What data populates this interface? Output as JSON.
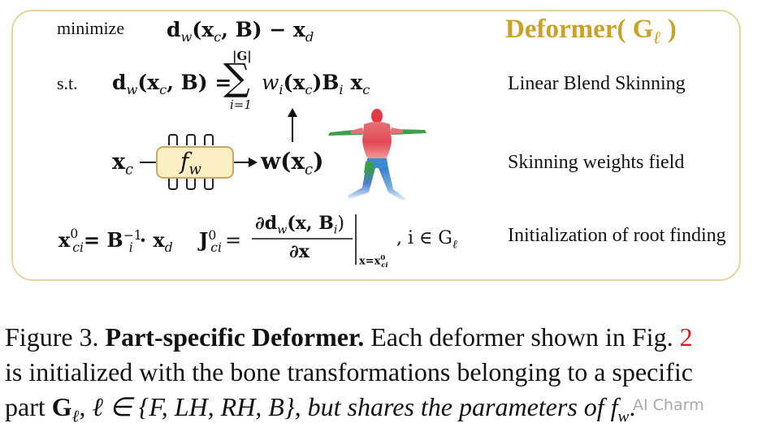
{
  "figure": {
    "title": "Deformer( G",
    "title_sub": "ℓ",
    "title_close": " )",
    "row_minimize": {
      "keyword": "minimize",
      "expr_d": "d",
      "expr_sub_w": "w",
      "expr_args": "(x",
      "expr_c": "c",
      "expr_rest": ", B) − x",
      "expr_d_sub": "d"
    },
    "row_st": {
      "keyword": "s.t.",
      "lhs_d": "d",
      "lhs_sub": "w",
      "lhs_args": "(x",
      "lhs_c": "c",
      "lhs_rest": ", B) =",
      "sum_top": "|G|",
      "sum_sym": "∑",
      "sum_bottom": "i=1",
      "rhs_w": "w",
      "rhs_wsub": "i",
      "rhs_x": "(x",
      "rhs_c": "c",
      "rhs_B": ")B",
      "rhs_Bsub": "i",
      "rhs_xc": " x",
      "rhs_xcsub": "c",
      "label": "Linear Blend Skinning"
    },
    "row_network": {
      "input": "x",
      "input_sub": "c",
      "net": "f",
      "net_sub": "w",
      "output": "w(x",
      "output_sub": "c",
      "output_close": ")",
      "label": "Skinning weights field"
    },
    "row_init": {
      "x0": "x",
      "x0_sup": "0",
      "x0_sub": "ci",
      "x0_eq": "= B",
      "x0_Bsup": "−1",
      "x0_Bsub": "i",
      "x0_rest": "· x",
      "x0_rest_sub": "d",
      "J": "J",
      "J_sup": "0",
      "J_sub": "ci",
      "J_eq": "=",
      "numerator": "∂d",
      "num_sub": "w",
      "num_rest": "(x, B",
      "num_Bsub": "i",
      "num_close": ")",
      "denominator": "∂x",
      "eval_at": "x=x",
      "eval_sup": "0",
      "eval_sub": "ci",
      "cond": ", i ∈ G",
      "cond_sub": "ℓ",
      "label": "Initialization of root finding"
    }
  },
  "caption": {
    "prefix": "Figure 3. ",
    "bold": "Part-specific Deformer.",
    "line1_rest": " Each deformer shown in Fig. ",
    "ref": "2",
    "line2": "is initialized with the bone transformations belonging to a specific",
    "line3_a": "part ",
    "line3_G": "G",
    "line3_Gsub": "ℓ",
    "line3_b": ", ℓ ∈ {F, LH, RH, B}, but shares the parameters of ",
    "line3_f": "f",
    "line3_fsub": "w",
    "line3_end": "."
  },
  "watermark": "AI Charm",
  "colors": {
    "frame": "#e6d59a",
    "title": "#c9a227",
    "fw_fill": "#fdefc4",
    "ref": "#d11f1f"
  }
}
